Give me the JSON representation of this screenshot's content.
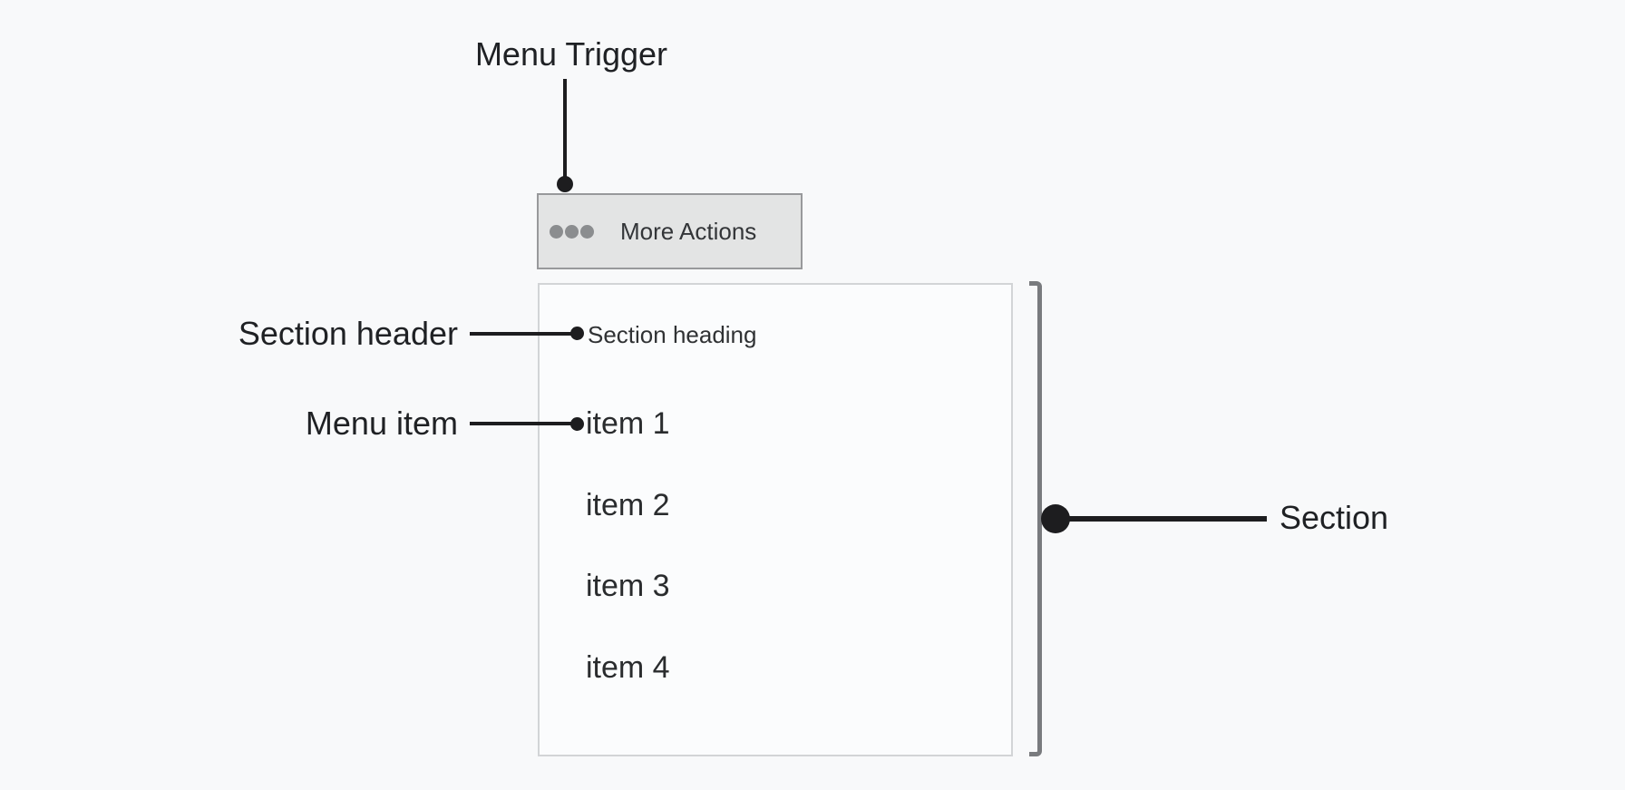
{
  "diagram": {
    "annotations": {
      "menu_trigger_label": "Menu Trigger",
      "section_header_label": "Section header",
      "menu_item_label": "Menu item",
      "section_label": "Section"
    },
    "menu": {
      "trigger_button_label": "More Actions",
      "trigger_icon": "ellipsis-icon",
      "section_heading": "Section heading",
      "items": [
        "item 1",
        "item 2",
        "item 3",
        "item 4"
      ]
    },
    "colors": {
      "background": "#f8f9fa",
      "annotation_ink": "#1d1d1f",
      "bracket": "#797b7e",
      "button_background": "#e3e4e4",
      "button_border": "#98999b",
      "panel_background": "#fbfcfd",
      "panel_border": "#d2d4d6",
      "ellipsis_dots": "#8b8d8f"
    }
  }
}
